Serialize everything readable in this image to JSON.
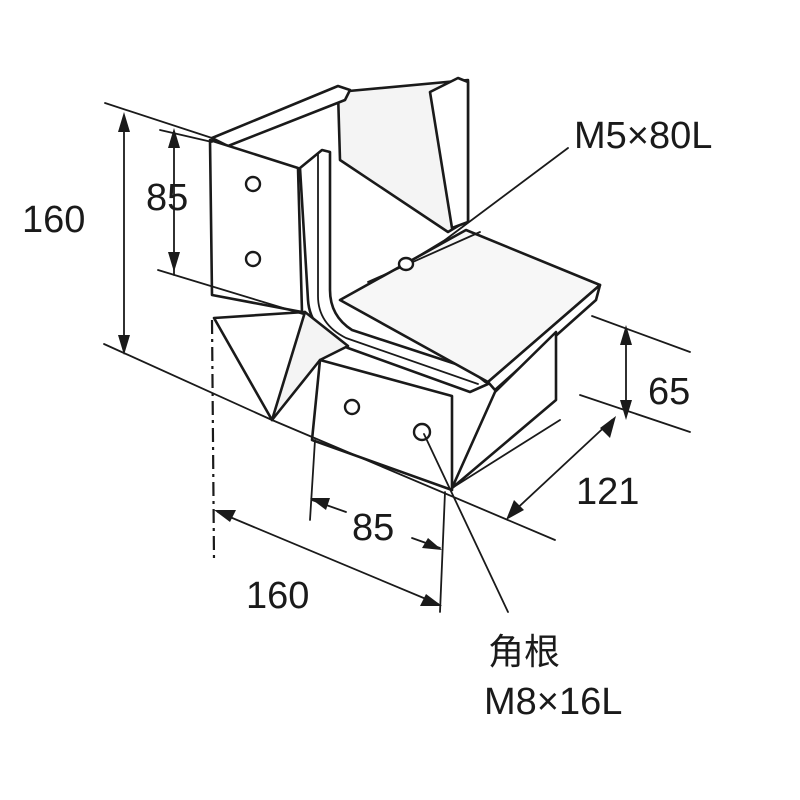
{
  "dimensions": {
    "left_height_total": "160",
    "left_height_upper": "85",
    "right_height": "65",
    "right_depth": "121",
    "bottom_inner": "85",
    "bottom_total": "160"
  },
  "callouts": {
    "bolt_top": "M5×80L",
    "bolt_bottom_line1": "角根",
    "bolt_bottom_line2": "M8×16L"
  },
  "colors": {
    "line": "#1a1a1a",
    "face_light": "#ffffff",
    "face_shade": "#f2f2f2"
  }
}
